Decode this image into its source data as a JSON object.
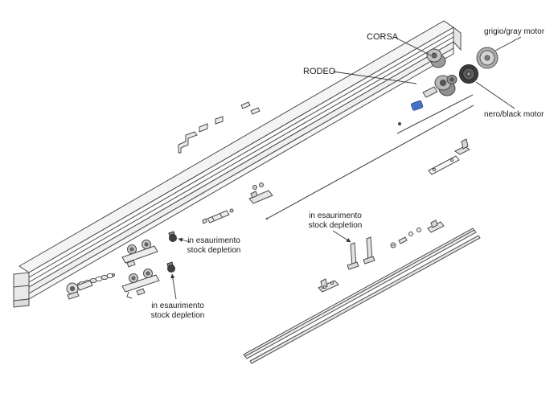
{
  "labels": {
    "corsa": "CORSA",
    "rodeo": "RODEO",
    "gray_motor": "grigio/gray motor",
    "black_motor": "nero/black motor",
    "depletion_upper": {
      "line1": "in esaurimento",
      "line2": "stock depletion"
    },
    "depletion_mid": {
      "line1": "in esaurimento",
      "line2": "stock depletion"
    },
    "depletion_lower": {
      "line1": "in esaurimento",
      "line2": "stock depletion"
    }
  },
  "colors": {
    "background": "#ffffff",
    "line": "#4a4a4a",
    "accent_blue": "#4472c4",
    "motor_gray": "#aeaeae",
    "motor_black": "#3d3d3d"
  }
}
